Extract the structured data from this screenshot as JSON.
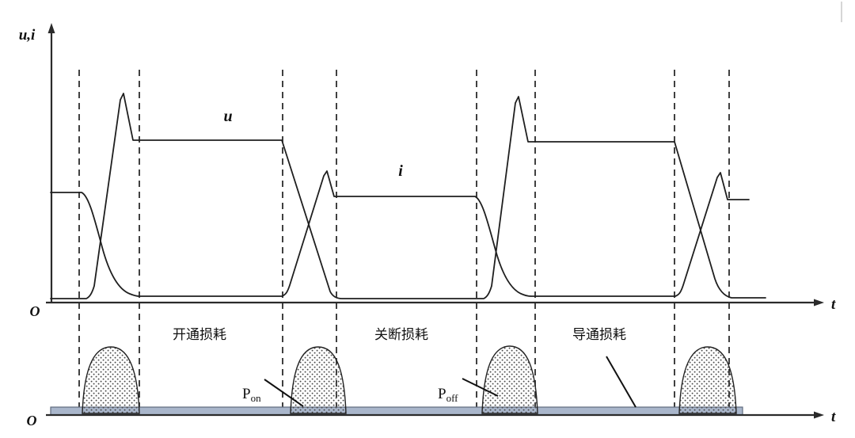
{
  "colors": {
    "background": "#ffffff",
    "line": "#1f1f1f",
    "axis": "#2b2b2b",
    "band_fill": "#a9b6cb",
    "band_border": "#5e6a7d",
    "pulse_dot": "#4a4a4a",
    "corner_mark": "#c8c8c8"
  },
  "top_chart": {
    "y_axis_label": "u,i",
    "origin_label": "O",
    "x_axis_label": "t",
    "voltage_curve_label": "u",
    "current_curve_label": "i"
  },
  "bottom_chart": {
    "origin_label": "O",
    "x_axis_label": "t",
    "loss_labels": {
      "turn_on": "开通损耗",
      "turn_off": "关断损耗",
      "conduction": "导通损耗"
    },
    "p_on": {
      "base": "P",
      "sub": "on"
    },
    "p_off": {
      "base": "P",
      "sub": "off"
    }
  }
}
